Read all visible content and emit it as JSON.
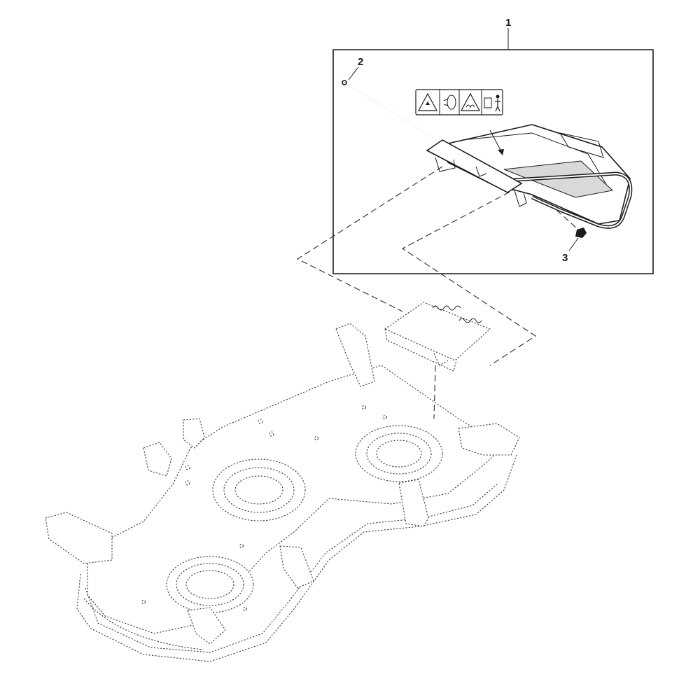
{
  "diagram": {
    "callouts": {
      "assembly": "1",
      "rod": "2",
      "nut": "3"
    },
    "decal_icons": [
      "warning-triangle-icon",
      "guard-lift-icon",
      "warning-triangle-icon",
      "hand-hazard-icon",
      "person-distance-icon"
    ],
    "parts": [
      "discharge-chute-assembly",
      "pivot-rod",
      "retaining-nut",
      "spring-bracket",
      "mower-deck"
    ],
    "colors": {
      "line": "#1a1a1a",
      "background": "#ffffff"
    }
  }
}
